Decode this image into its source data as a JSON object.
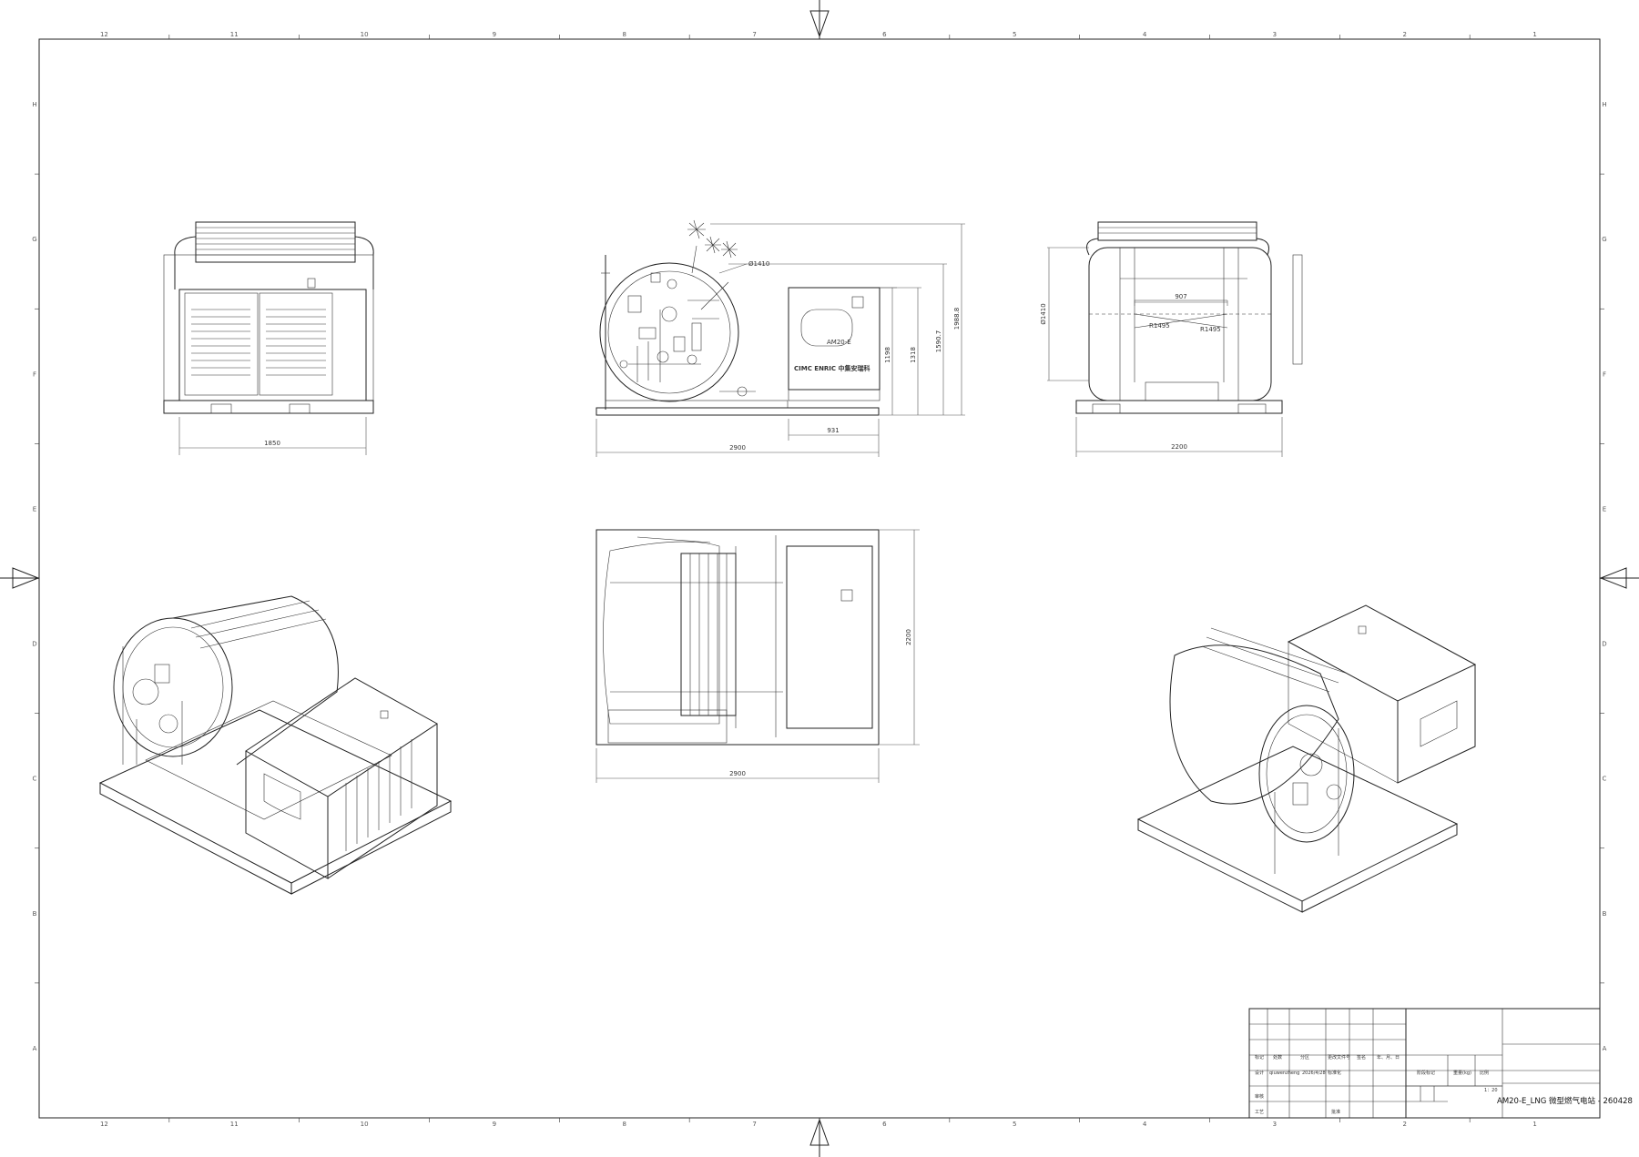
{
  "drawing": {
    "title": "AM20-E_LNG 微型燃气电站 - 260428",
    "scale": "1：20"
  },
  "grid": {
    "columns": [
      "12",
      "11",
      "10",
      "9",
      "8",
      "7",
      "6",
      "5",
      "4",
      "3",
      "2",
      "1"
    ],
    "rows": [
      "H",
      "G",
      "F",
      "E",
      "D",
      "C",
      "B",
      "A"
    ]
  },
  "views": {
    "front_left": {
      "width_dim": "1850"
    },
    "side": {
      "width_dim": "2900",
      "sub_width_dim": "931",
      "heights": [
        "1198",
        "1318",
        "1590.7",
        "1988.8"
      ],
      "diameter": "Ø1410",
      "brand": "CIMC ENRIC 中集安瑞科",
      "panel_label": "AM20-E"
    },
    "rear": {
      "width_dim": "2200",
      "inner_dim": "907",
      "radius_left": "R1495",
      "radius_right": "R1495",
      "diameter": "Ø1410"
    },
    "top": {
      "width_dim": "2900",
      "height_dim": "2200"
    }
  },
  "title_block": {
    "labels": {
      "mark": "标记",
      "count": "处数",
      "zone": "分区",
      "change_doc": "更改文件号",
      "sign": "签名",
      "date_cells": "年、月、日",
      "design": "设计",
      "designer": "qiuwenzheng",
      "design_date": "2026/4/28",
      "standardize": "标准化",
      "stage_mark": "阶段标记",
      "weight": "重量(kg)",
      "ratio": "比例",
      "review": "审核",
      "process": "工艺",
      "approve": "批准"
    }
  }
}
